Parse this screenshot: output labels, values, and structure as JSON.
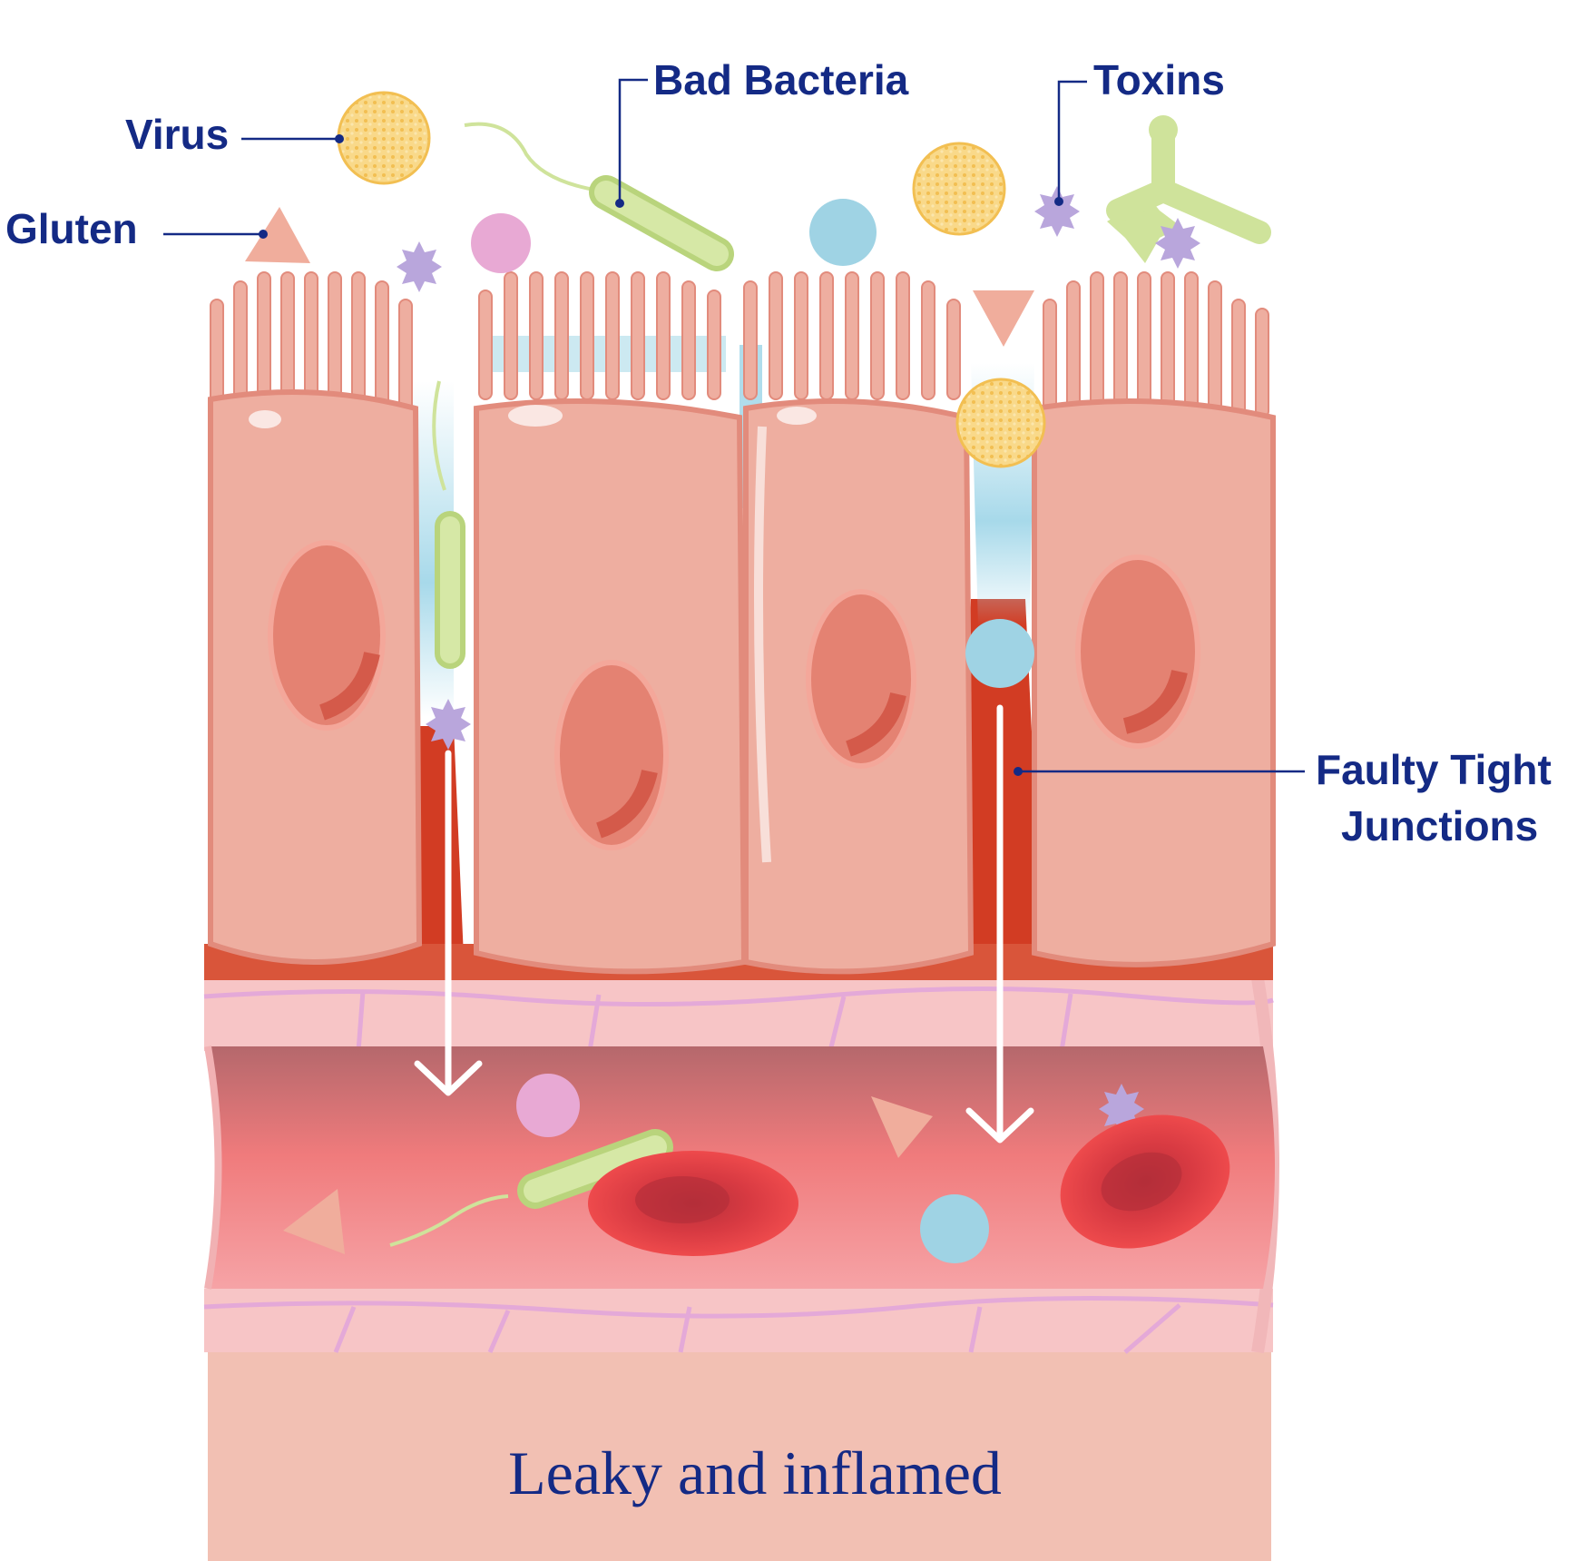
{
  "labels": {
    "virus": "Virus",
    "gluten": "Gluten",
    "bad_bacteria": "Bad Bacteria",
    "toxins": "Toxins",
    "faulty_tight_junctions_line1": "Faulty Tight",
    "faulty_tight_junctions_line2": "Junctions"
  },
  "caption": "Leaky and inflamed",
  "colors": {
    "label_text": "#142a85",
    "cell_fill": "#eeaea0",
    "cell_outline": "#e28b7c",
    "nucleus": "#e48272",
    "junction_red": "#d23c23",
    "vessel_red": "#e8606a",
    "red_blood_cell": "#e23a40",
    "virus_yellow": "#f7d27a",
    "bacteria_green": "#cfe39b",
    "toxin_purple": "#b9a6dc",
    "particle_blue": "#9fd3e4",
    "particle_pink": "#e8a9d4",
    "gluten_salmon": "#f0ad9c",
    "tissue_base": "#f2c0b3"
  }
}
